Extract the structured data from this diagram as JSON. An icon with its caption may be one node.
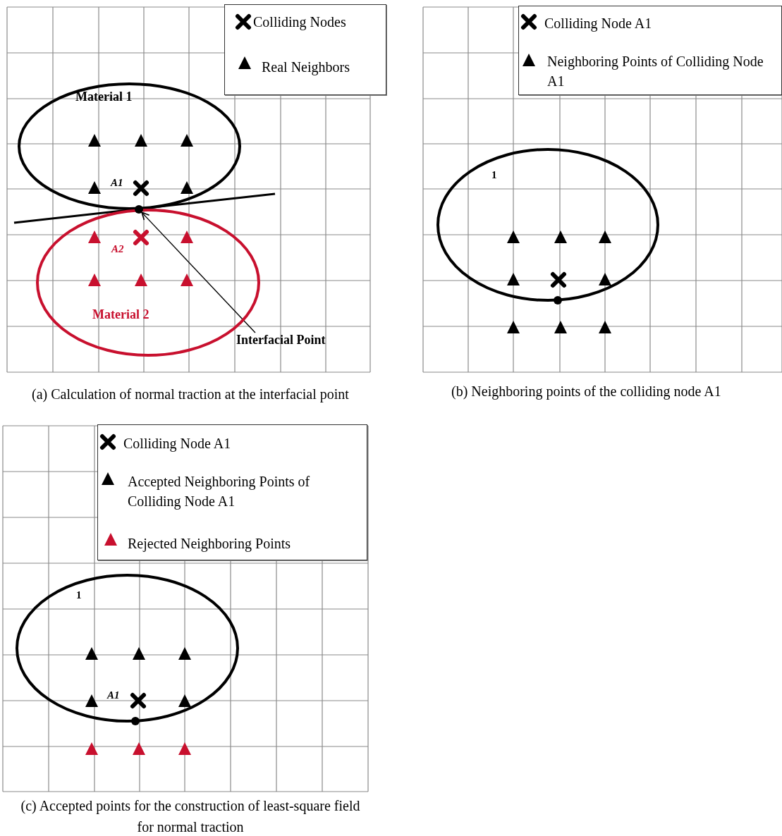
{
  "diagram": {
    "nodes": [
      {
        "text": [
          "Material 1"
        ]
      },
      {
        "text": [
          "Material 2"
        ]
      },
      {
        "text": [
          "Interfacial Point"
        ]
      },
      {
        "text": [],
        "shape": "circle"
      },
      {
        "text": [
          "1"
        ]
      },
      {
        "text": [
          "1"
        ]
      }
    ],
    "edges": [
      {
        "from": 2,
        "to": 3,
        "arrow": "to"
      }
    ],
    "labels": [
      "A1",
      "A2",
      "(a) Calculation of normal traction at the interfacial point",
      "(b) Neighboring points of the colliding node A1",
      "A1",
      "(c) Accepted points for the construction of least-square field for normal traction"
    ],
    "legend": [
      {
        "text": "Colliding Nodes"
      },
      {
        "text": "Real Neighbors"
      },
      {
        "text": "Colliding Node A1"
      },
      {
        "text": "Neighboring Points of Colliding Node A1"
      },
      {
        "text": "Colliding Node A1"
      },
      {
        "text": "Accepted Neighboring Points of Colliding Node A1"
      },
      {
        "text": "Rejected Neighboring Points"
      }
    ]
  }
}
